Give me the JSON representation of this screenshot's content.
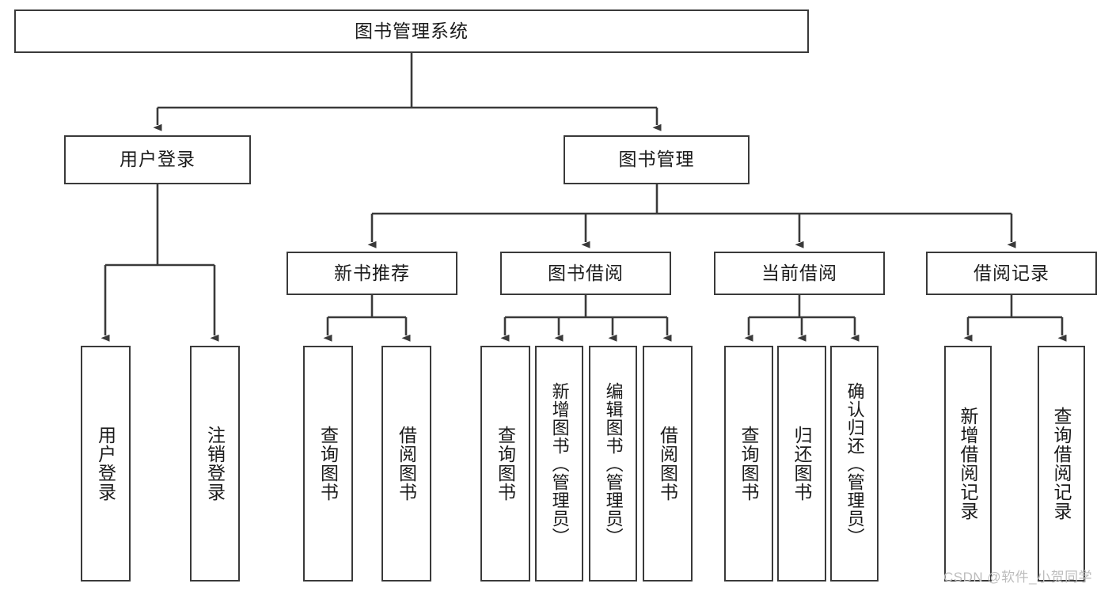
{
  "diagram": {
    "title": "图书管理系统",
    "type": "tree-hierarchy-chart",
    "colors": {
      "box_border": "#3a3a3a",
      "box_fill": "#ffffff",
      "edge": "#3a3a3a",
      "text": "#1b1b1b",
      "watermark": "#bdbdbd",
      "background": "#ffffff"
    }
  },
  "nodes": {
    "root": {
      "label": "图书管理系统"
    },
    "level2": [
      {
        "label": "用户登录"
      },
      {
        "label": "图书管理"
      }
    ],
    "level3": [
      {
        "label": "新书推荐"
      },
      {
        "label": "图书借阅"
      },
      {
        "label": "当前借阅"
      },
      {
        "label": "借阅记录"
      }
    ],
    "leaves": {
      "user_login": [
        {
          "label": "用户登录"
        },
        {
          "label": "注销登录"
        }
      ],
      "new_book_recommend": [
        {
          "label": "查询图书"
        },
        {
          "label": "借阅图书"
        }
      ],
      "book_borrow": [
        {
          "label": "查询图书"
        },
        {
          "label": "新增图书（管理员）"
        },
        {
          "label": "编辑图书（管理员）"
        },
        {
          "label": "借阅图书"
        }
      ],
      "current_borrow": [
        {
          "label": "查询图书"
        },
        {
          "label": "归还图书"
        },
        {
          "label": "确认归还（管理员）"
        }
      ],
      "borrow_record": [
        {
          "label": "新增借阅记录"
        },
        {
          "label": "查询借阅记录"
        }
      ]
    }
  },
  "watermark": {
    "text": "CSDN @软件_小贺同学"
  }
}
